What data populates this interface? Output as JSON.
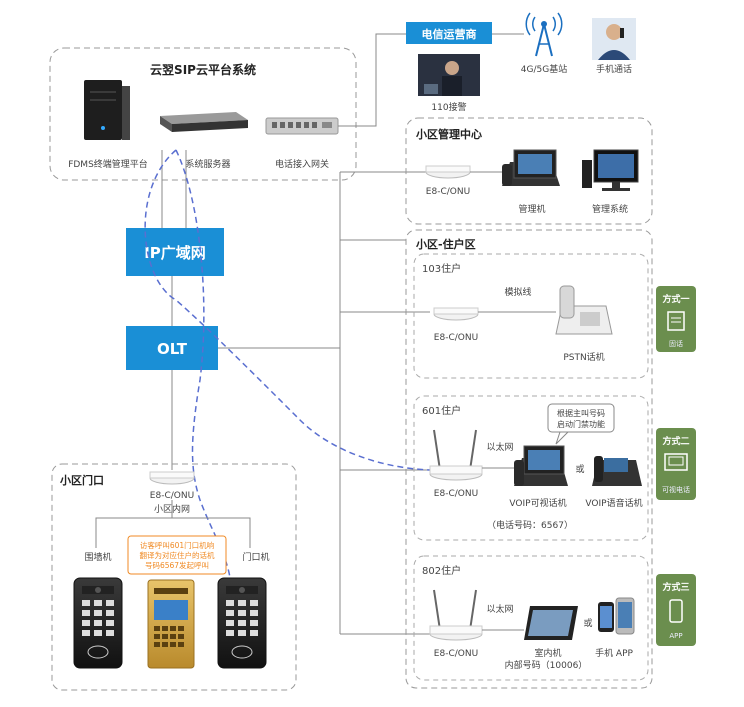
{
  "cloud": {
    "title": "云翌SIP云平台系统",
    "fdms_label": "FDMS终端管理平台",
    "server_label": "系统服务器",
    "gateway_label": "电话接入网关"
  },
  "carrier": {
    "title": "电信运营商",
    "tower_label": "4G/5G基站",
    "mobile_label": "手机通话",
    "police_label": "110接警"
  },
  "network": {
    "ip_wan": "IP广域网",
    "olt": "OLT"
  },
  "mgmt_center": {
    "title": "小区管理中心",
    "onu_label": "E8-C/ONU",
    "phone_label": "管理机",
    "pc_label": "管理系统"
  },
  "resident_zone": {
    "title": "小区-住户区",
    "unit_103": {
      "title": "103住户",
      "onu_label": "E8-C/ONU",
      "line_label": "模拟线",
      "phone_label": "PSTN话机"
    },
    "unit_601": {
      "title": "601住户",
      "onu_label": "E8-C/ONU",
      "line_label": "以太网",
      "bubble_line1": "根据主叫号码",
      "bubble_line2": "启动门禁功能",
      "video_phone_label": "VOIP可视话机",
      "or_label": "或",
      "voice_phone_label": "VOIP语音话机",
      "number_label": "（电话号码：6567）"
    },
    "unit_802": {
      "title": "802住户",
      "onu_label": "E8-C/ONU",
      "line_label": "以太网",
      "indoor_label": "室内机",
      "indoor_number": "内部号码（10006）",
      "or_label": "或",
      "app_label": "手机 APP"
    }
  },
  "modes": [
    {
      "title": "方式一",
      "caption": "固话"
    },
    {
      "title": "方式二",
      "caption": "可视电话"
    },
    {
      "title": "方式三",
      "caption": "APP"
    }
  ],
  "gate": {
    "title": "小区门口",
    "onu_label": "E8-C/ONU",
    "lan_label": "小区内网",
    "wall_label": "围墙机",
    "door_label": "门口机",
    "note_line1": "访客呼叫601门口机响",
    "note_line2": "翻译为对应住户的话机",
    "note_line3": "号码6567发起呼叫"
  },
  "colors": {
    "accent_blue": "#1a8fd6",
    "mode_green": "#6b8e4e",
    "dashed_route": "#5a6fd0",
    "note_orange": "#f08a24"
  }
}
